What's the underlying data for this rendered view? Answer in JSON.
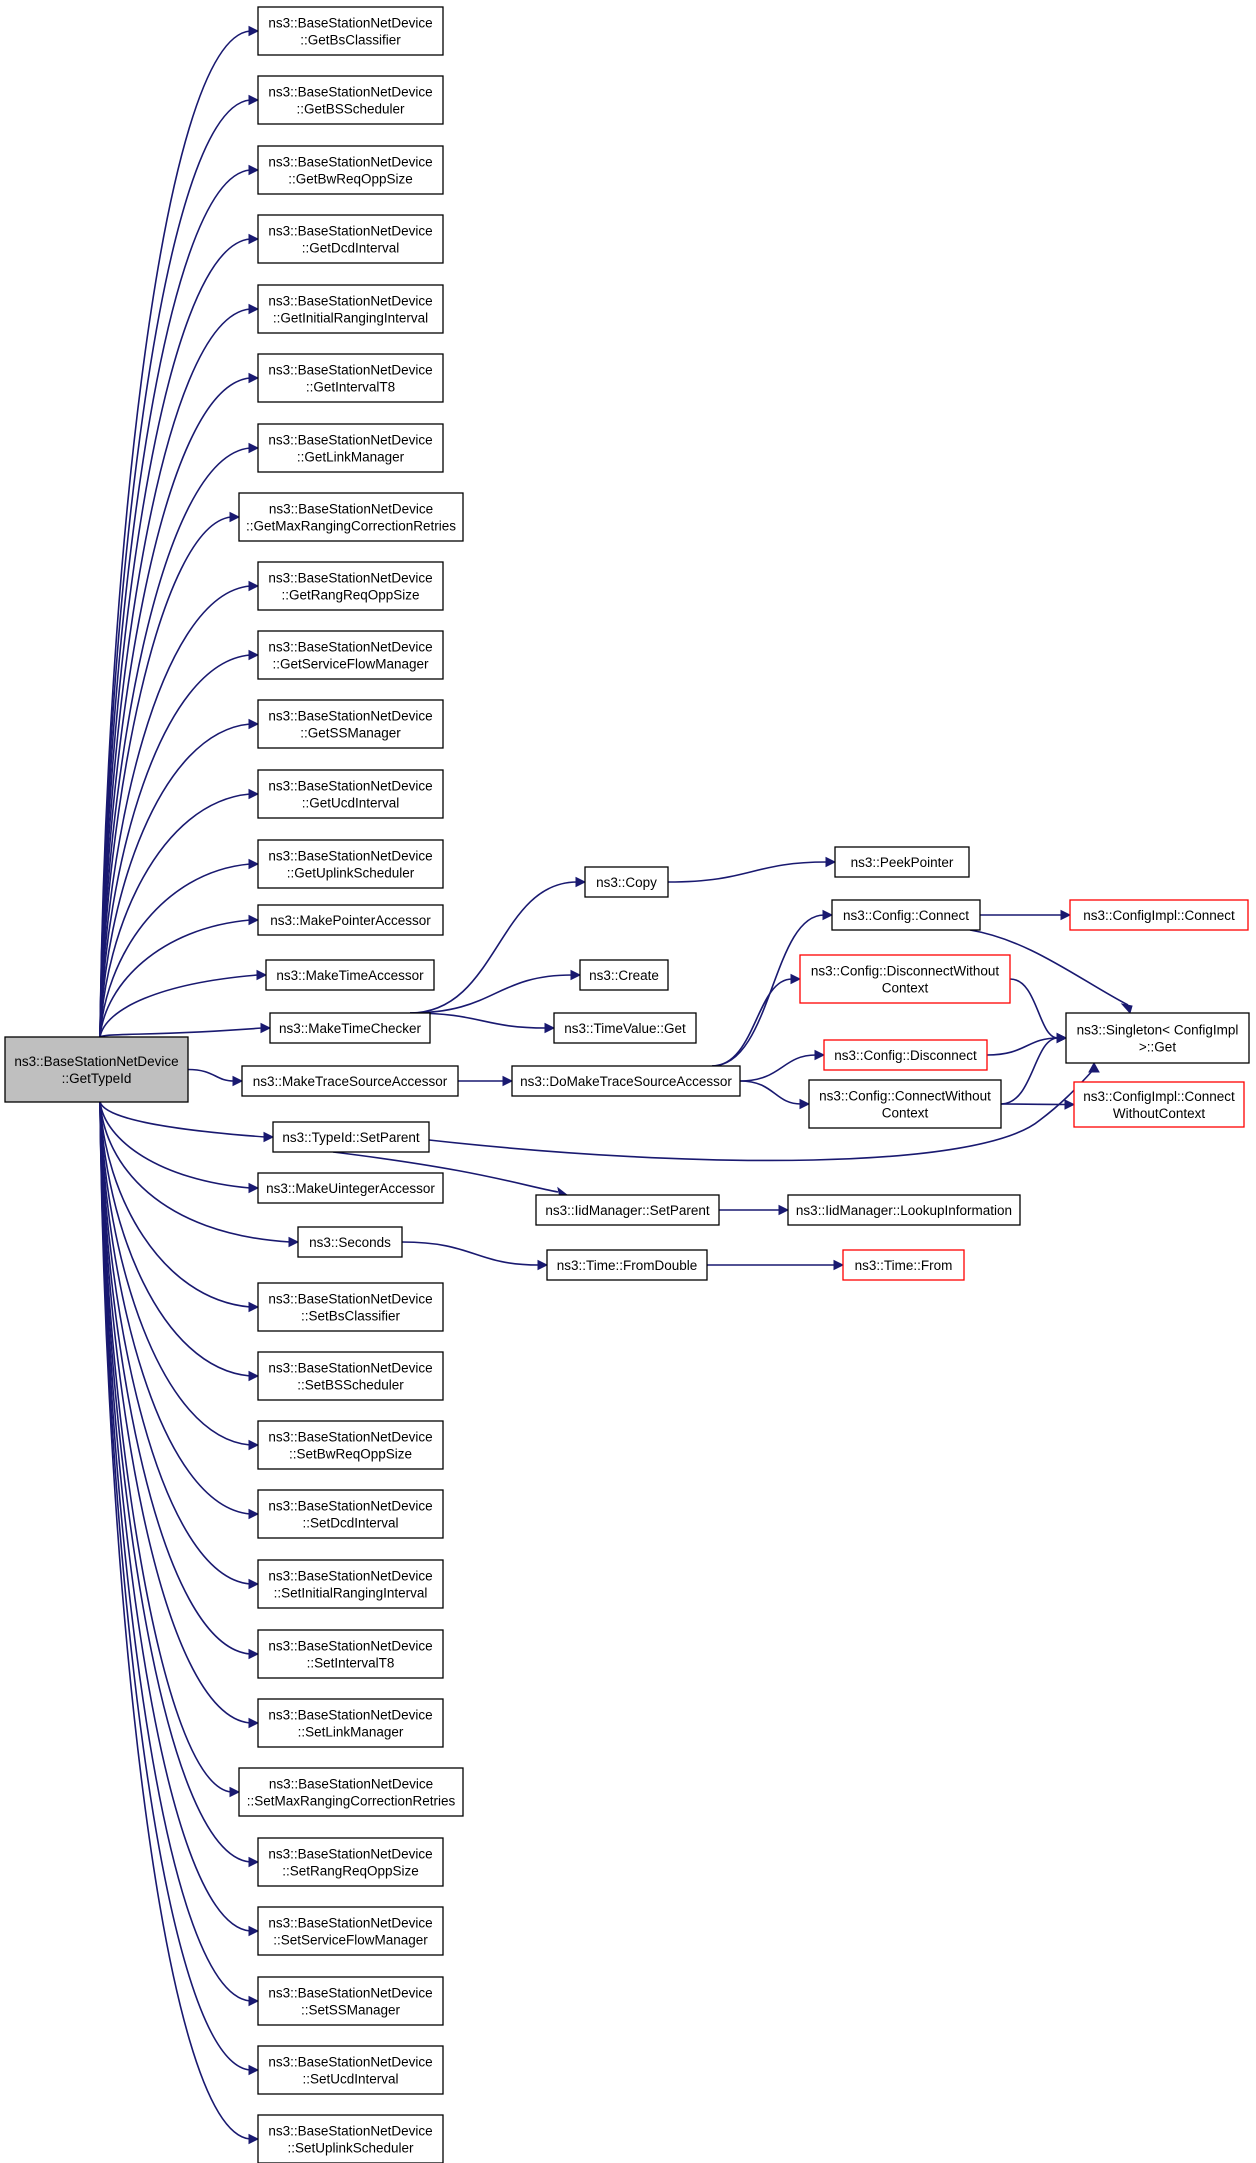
{
  "graph": {
    "nodes": [
      {
        "id": "root",
        "lines": [
          "ns3::BaseStationNetDevice",
          "::GetTypeId"
        ],
        "kind": "root"
      },
      {
        "id": "getbsclassifier",
        "lines": [
          "ns3::BaseStationNetDevice",
          "::GetBsClassifier"
        ]
      },
      {
        "id": "getbsscheduler",
        "lines": [
          "ns3::BaseStationNetDevice",
          "::GetBSScheduler"
        ]
      },
      {
        "id": "getbwreqoppsize",
        "lines": [
          "ns3::BaseStationNetDevice",
          "::GetBwReqOppSize"
        ]
      },
      {
        "id": "getdcdinterval",
        "lines": [
          "ns3::BaseStationNetDevice",
          "::GetDcdInterval"
        ]
      },
      {
        "id": "getinitialranginginterval",
        "lines": [
          "ns3::BaseStationNetDevice",
          "::GetInitialRangingInterval"
        ]
      },
      {
        "id": "getintervalt8",
        "lines": [
          "ns3::BaseStationNetDevice",
          "::GetIntervalT8"
        ]
      },
      {
        "id": "getlinkmanager",
        "lines": [
          "ns3::BaseStationNetDevice",
          "::GetLinkManager"
        ]
      },
      {
        "id": "getmaxrangingcorrectionretries",
        "lines": [
          "ns3::BaseStationNetDevice",
          "::GetMaxRangingCorrectionRetries"
        ]
      },
      {
        "id": "getrangreqoppsize",
        "lines": [
          "ns3::BaseStationNetDevice",
          "::GetRangReqOppSize"
        ]
      },
      {
        "id": "getserviceflowmanager",
        "lines": [
          "ns3::BaseStationNetDevice",
          "::GetServiceFlowManager"
        ]
      },
      {
        "id": "getssmanager",
        "lines": [
          "ns3::BaseStationNetDevice",
          "::GetSSManager"
        ]
      },
      {
        "id": "getucdinterval",
        "lines": [
          "ns3::BaseStationNetDevice",
          "::GetUcdInterval"
        ]
      },
      {
        "id": "getuplinkscheduler",
        "lines": [
          "ns3::BaseStationNetDevice",
          "::GetUplinkScheduler"
        ]
      },
      {
        "id": "makepointeraccessor",
        "lines": [
          "ns3::MakePointerAccessor"
        ]
      },
      {
        "id": "maketimeaccessor",
        "lines": [
          "ns3::MakeTimeAccessor"
        ]
      },
      {
        "id": "maketimechecker",
        "lines": [
          "ns3::MakeTimeChecker"
        ]
      },
      {
        "id": "maketracesourceaccessor",
        "lines": [
          "ns3::MakeTraceSourceAccessor"
        ]
      },
      {
        "id": "typeidsetparent",
        "lines": [
          "ns3::TypeId::SetParent"
        ]
      },
      {
        "id": "makeuintegeraccessor",
        "lines": [
          "ns3::MakeUintegerAccessor"
        ]
      },
      {
        "id": "seconds",
        "lines": [
          "ns3::Seconds"
        ]
      },
      {
        "id": "setbsclassifier",
        "lines": [
          "ns3::BaseStationNetDevice",
          "::SetBsClassifier"
        ]
      },
      {
        "id": "setbsscheduler",
        "lines": [
          "ns3::BaseStationNetDevice",
          "::SetBSScheduler"
        ]
      },
      {
        "id": "setbwreqoppsize",
        "lines": [
          "ns3::BaseStationNetDevice",
          "::SetBwReqOppSize"
        ]
      },
      {
        "id": "setdcdinterval",
        "lines": [
          "ns3::BaseStationNetDevice",
          "::SetDcdInterval"
        ]
      },
      {
        "id": "setinitialranginginterval",
        "lines": [
          "ns3::BaseStationNetDevice",
          "::SetInitialRangingInterval"
        ]
      },
      {
        "id": "setintervalt8",
        "lines": [
          "ns3::BaseStationNetDevice",
          "::SetIntervalT8"
        ]
      },
      {
        "id": "setlinkmanager",
        "lines": [
          "ns3::BaseStationNetDevice",
          "::SetLinkManager"
        ]
      },
      {
        "id": "setmaxrangingcorrectionretries",
        "lines": [
          "ns3::BaseStationNetDevice",
          "::SetMaxRangingCorrectionRetries"
        ]
      },
      {
        "id": "setrangreqoppsize",
        "lines": [
          "ns3::BaseStationNetDevice",
          "::SetRangReqOppSize"
        ]
      },
      {
        "id": "setserviceflowmanager",
        "lines": [
          "ns3::BaseStationNetDevice",
          "::SetServiceFlowManager"
        ]
      },
      {
        "id": "setssmanager",
        "lines": [
          "ns3::BaseStationNetDevice",
          "::SetSSManager"
        ]
      },
      {
        "id": "setucdinterval",
        "lines": [
          "ns3::BaseStationNetDevice",
          "::SetUcdInterval"
        ]
      },
      {
        "id": "setuplinkscheduler",
        "lines": [
          "ns3::BaseStationNetDevice",
          "::SetUplinkScheduler"
        ]
      },
      {
        "id": "copy",
        "lines": [
          "ns3::Copy"
        ]
      },
      {
        "id": "create",
        "lines": [
          "ns3::Create"
        ]
      },
      {
        "id": "timevalueget",
        "lines": [
          "ns3::TimeValue::Get"
        ]
      },
      {
        "id": "domaketracesourceaccessor",
        "lines": [
          "ns3::DoMakeTraceSourceAccessor"
        ]
      },
      {
        "id": "iidmanagersetparent",
        "lines": [
          "ns3::IidManager::SetParent"
        ]
      },
      {
        "id": "timefromdouble",
        "lines": [
          "ns3::Time::FromDouble"
        ]
      },
      {
        "id": "peekpointer",
        "lines": [
          "ns3::PeekPointer"
        ]
      },
      {
        "id": "configconnect",
        "lines": [
          "ns3::Config::Connect"
        ]
      },
      {
        "id": "configdisconnectwithoutcontext",
        "lines": [
          "ns3::Config::DisconnectWithout",
          "Context"
        ],
        "kind": "red"
      },
      {
        "id": "configdisconnect",
        "lines": [
          "ns3::Config::Disconnect"
        ],
        "kind": "red"
      },
      {
        "id": "configconnectwithoutcontext",
        "lines": [
          "ns3::Config::ConnectWithout",
          "Context"
        ]
      },
      {
        "id": "iidmanagerlookupinformation",
        "lines": [
          "ns3::IidManager::LookupInformation"
        ]
      },
      {
        "id": "timefrom",
        "lines": [
          "ns3::Time::From"
        ],
        "kind": "red"
      },
      {
        "id": "configimplconnect",
        "lines": [
          "ns3::ConfigImpl::Connect"
        ],
        "kind": "red"
      },
      {
        "id": "singletonget",
        "lines": [
          "ns3::Singleton< ConfigImpl",
          " >::Get"
        ]
      },
      {
        "id": "configimplconnectwithoutcontext",
        "lines": [
          "ns3::ConfigImpl::Connect",
          "WithoutContext"
        ],
        "kind": "red"
      }
    ],
    "edges": [
      [
        "root",
        "getbsclassifier"
      ],
      [
        "root",
        "getbsscheduler"
      ],
      [
        "root",
        "getbwreqoppsize"
      ],
      [
        "root",
        "getdcdinterval"
      ],
      [
        "root",
        "getinitialranginginterval"
      ],
      [
        "root",
        "getintervalt8"
      ],
      [
        "root",
        "getlinkmanager"
      ],
      [
        "root",
        "getmaxrangingcorrectionretries"
      ],
      [
        "root",
        "getrangreqoppsize"
      ],
      [
        "root",
        "getserviceflowmanager"
      ],
      [
        "root",
        "getssmanager"
      ],
      [
        "root",
        "getucdinterval"
      ],
      [
        "root",
        "getuplinkscheduler"
      ],
      [
        "root",
        "makepointeraccessor"
      ],
      [
        "root",
        "maketimeaccessor"
      ],
      [
        "root",
        "maketimechecker"
      ],
      [
        "root",
        "maketracesourceaccessor"
      ],
      [
        "root",
        "typeidsetparent"
      ],
      [
        "root",
        "makeuintegeraccessor"
      ],
      [
        "root",
        "seconds"
      ],
      [
        "root",
        "setbsclassifier"
      ],
      [
        "root",
        "setbsscheduler"
      ],
      [
        "root",
        "setbwreqoppsize"
      ],
      [
        "root",
        "setdcdinterval"
      ],
      [
        "root",
        "setinitialranginginterval"
      ],
      [
        "root",
        "setintervalt8"
      ],
      [
        "root",
        "setlinkmanager"
      ],
      [
        "root",
        "setmaxrangingcorrectionretries"
      ],
      [
        "root",
        "setrangreqoppsize"
      ],
      [
        "root",
        "setserviceflowmanager"
      ],
      [
        "root",
        "setssmanager"
      ],
      [
        "root",
        "setucdinterval"
      ],
      [
        "root",
        "setuplinkscheduler"
      ],
      [
        "maketimechecker",
        "copy"
      ],
      [
        "maketimechecker",
        "create"
      ],
      [
        "maketimechecker",
        "timevalueget"
      ],
      [
        "copy",
        "peekpointer"
      ],
      [
        "maketracesourceaccessor",
        "domaketracesourceaccessor"
      ],
      [
        "domaketracesourceaccessor",
        "configconnect"
      ],
      [
        "domaketracesourceaccessor",
        "configdisconnectwithoutcontext"
      ],
      [
        "domaketracesourceaccessor",
        "configdisconnect"
      ],
      [
        "domaketracesourceaccessor",
        "configconnectwithoutcontext"
      ],
      [
        "configconnect",
        "configimplconnect"
      ],
      [
        "configconnect",
        "singletonget"
      ],
      [
        "configdisconnectwithoutcontext",
        "singletonget"
      ],
      [
        "configdisconnect",
        "singletonget"
      ],
      [
        "configconnectwithoutcontext",
        "singletonget"
      ],
      [
        "configconnectwithoutcontext",
        "configimplconnectwithoutcontext"
      ],
      [
        "typeidsetparent",
        "iidmanagersetparent"
      ],
      [
        "typeidsetparent",
        "singletonget"
      ],
      [
        "iidmanagersetparent",
        "iidmanagerlookupinformation"
      ],
      [
        "seconds",
        "timefromdouble"
      ],
      [
        "timefromdouble",
        "timefrom"
      ]
    ]
  }
}
